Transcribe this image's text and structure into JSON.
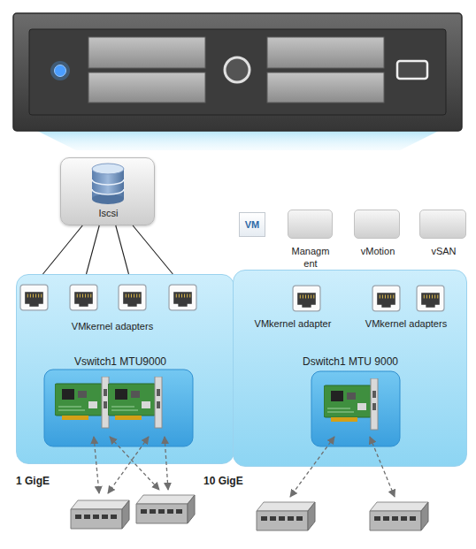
{
  "diagram": {
    "nodes": [
      {
        "text": [
          "Iscsi"
        ]
      },
      {
        "text": [
          "VM"
        ]
      },
      {
        "text": [
          "Managm ent"
        ]
      },
      {
        "text": [
          "vMotion"
        ]
      },
      {
        "text": [
          "vSAN"
        ]
      },
      {
        "text": [
          "VMkernel adapters",
          "Vswitch1 MTU9000"
        ]
      },
      {
        "text": [
          "VMkernel adapter",
          "VMkernel adapters",
          "Dswitch1 MTU 9000"
        ]
      }
    ],
    "edges": [
      {
        "from": 0,
        "to": 5,
        "arrow": "none"
      },
      {
        "from": 0,
        "to": 5,
        "arrow": "none"
      },
      {
        "from": 0,
        "to": 5,
        "arrow": "none"
      },
      {
        "from": 0,
        "to": 5,
        "arrow": "none"
      }
    ],
    "labels": [
      "1 GigE",
      "10 GigE"
    ]
  }
}
